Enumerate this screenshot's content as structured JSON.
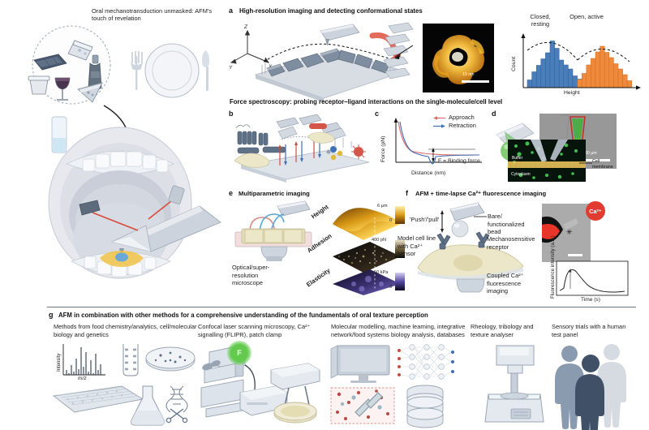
{
  "figure": {
    "title_block": "Oral mechanotransduction unmasked: AFM's touch of revelation"
  },
  "panel_a": {
    "letter": "a",
    "heading": "High-resolution imaging and detecting conformational states",
    "axes": {
      "x": "X",
      "y": "Y",
      "z": "Z"
    },
    "afm_image_scalebar": "10 nm",
    "chart_data": {
      "type": "bar",
      "title": "",
      "xlabel": "Height",
      "ylabel": "Count",
      "legend": [
        "Closed, resting",
        "Open, active"
      ],
      "annotations": [
        "Closed, resting",
        "Open, active"
      ],
      "grid": false,
      "xlim": [
        0,
        26
      ],
      "ylim": [
        0,
        10
      ],
      "series": [
        {
          "name": "Closed, resting",
          "color": "#4a7ebb",
          "x": [
            1,
            2,
            3,
            4,
            5,
            6,
            7,
            8,
            9,
            10,
            11,
            12
          ],
          "values": [
            1.4,
            2.9,
            4.1,
            5.3,
            6.4,
            8.6,
            7.3,
            5.1,
            4.2,
            3.4,
            2.2,
            1.6
          ]
        },
        {
          "name": "Open, active",
          "color": "#ef8a3c",
          "x": [
            12,
            13,
            14,
            15,
            16,
            17,
            18,
            19,
            20,
            21,
            22,
            23
          ],
          "values": [
            1.5,
            2.6,
            4.2,
            5.4,
            6.6,
            7.6,
            6.5,
            5.5,
            4.4,
            3.5,
            2.5,
            1.3
          ]
        }
      ]
    }
  },
  "force_section": {
    "heading": "Force spectroscopy: probing receptor–ligand interactions on the single-molecule/cell level"
  },
  "panel_b": {
    "letter": "b"
  },
  "panel_c": {
    "letter": "c",
    "legend": [
      "Approach",
      "Retraction"
    ],
    "annotation": "F = Binding force",
    "chart_data": {
      "type": "line",
      "xlabel": "Distance (nm)",
      "ylabel": "Force (pN)",
      "legend": [
        "Approach",
        "Retraction"
      ],
      "annotations": [
        "F = Binding force"
      ],
      "grid": false,
      "series": [
        {
          "name": "Approach",
          "color": "#d96a6a"
        },
        {
          "name": "Retraction",
          "color": "#3f6fb5"
        }
      ]
    }
  },
  "panel_d": {
    "letter": "d",
    "scalebar": "30 µm",
    "labels": [
      "Buffer",
      "Cytoplasm",
      "Cell membrane"
    ]
  },
  "panel_e": {
    "letter": "e",
    "heading": "Multiparametric imaging",
    "microscope_label": "Optical/super-resolution microscope",
    "layers": [
      {
        "name": "Height",
        "scale_max": "6 µm",
        "scale_min": "0"
      },
      {
        "name": "Adhesion",
        "scale_max": "400 pN",
        "scale_min": "0"
      },
      {
        "name": "Elasticity",
        "scale_max": "50 kPa",
        "scale_min": "0"
      }
    ]
  },
  "panel_f": {
    "letter": "f",
    "heading": "AFM + time-lapse Ca²⁺ fluorescence imaging",
    "labels": {
      "push_pull": "'Push'/'pull'",
      "bead": "Bare/ functionalized bead",
      "model_cell": "Model cell line with Ca²⁺ sensor",
      "receptor": "Mechanosensitive receptor",
      "coupled": "Coupled Ca²⁺ fluorescence imaging",
      "ca_badge": "Ca²⁺"
    },
    "chart_data": {
      "type": "line",
      "xlabel": "Time (s)",
      "ylabel": "Fluorescence intensity (a.u.)",
      "grid": false,
      "series": [
        {
          "name": "Ca²⁺ transient",
          "color": "#222222"
        }
      ]
    }
  },
  "panel_g": {
    "letter": "g",
    "heading": "AFM in combination with other methods for a comprehensive understanding of the fundamentals of oral texture perception",
    "columns": [
      {
        "title": "Methods from food chemistry/analytics, cell/molecular biology and genetics",
        "chart_axis_x": "m/z",
        "chart_axis_y": "Intensity"
      },
      {
        "title": "Confocal laser scanning microscopy, Ca²⁺ signalling (FLIPR), patch clamp",
        "badge": "F"
      },
      {
        "title": "Molecular modelling, machine learning, integrative network/food systems biology analysis, databases"
      },
      {
        "title": "Rheology, tribology and texture analyser"
      },
      {
        "title": "Sensory trials with a human test panel"
      }
    ]
  },
  "colors": {
    "blue_bar": "#4a7ebb",
    "orange_bar": "#ef8a3c",
    "approach": "#d96a6a",
    "retraction": "#3f6fb5",
    "slate": "#5b6b82",
    "light_slate": "#c6cfda",
    "pale": "#dfe5ec",
    "cream": "#e8e3c8",
    "green": "#5bbd4a",
    "red": "#e03c31"
  }
}
